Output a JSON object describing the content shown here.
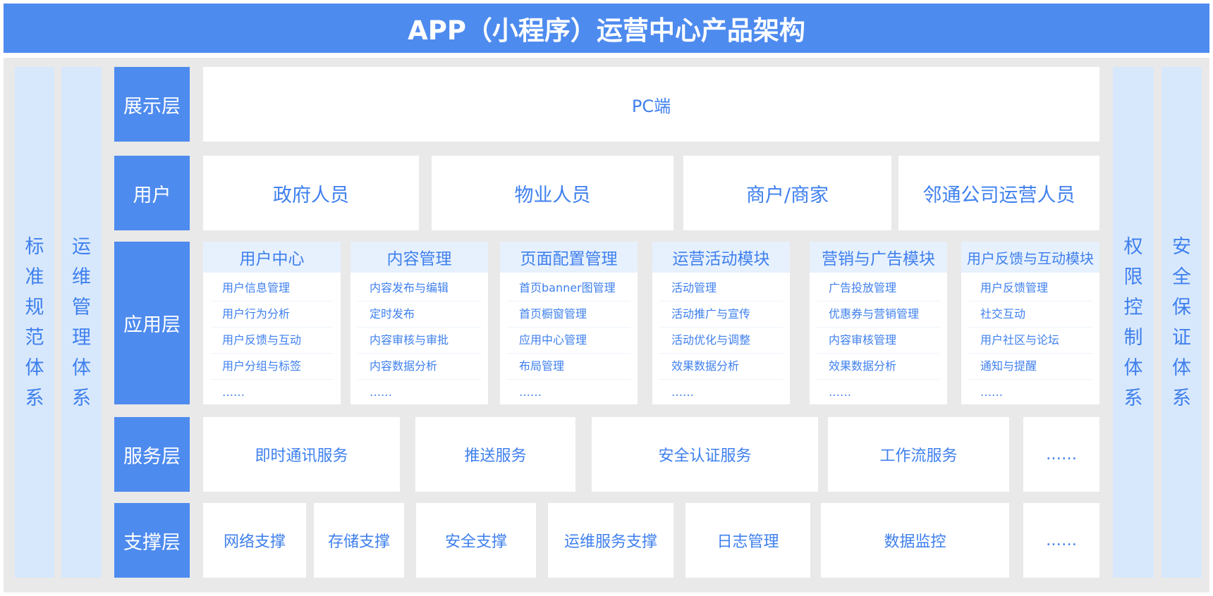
{
  "title": "APP（小程序）运营中心产品架构",
  "side": {
    "left1": "标准规范体系",
    "left2": "运维管理体系",
    "right1": "权限控制体系",
    "right2": "安全保证体系"
  },
  "layers": {
    "display": "展示层",
    "user": "用户",
    "app": "应用层",
    "service": "服务层",
    "support": "支撑层"
  },
  "display": {
    "pc": "PC端"
  },
  "users": [
    "政府人员",
    "物业人员",
    "商户/商家",
    "邻通公司运营人员"
  ],
  "modules": [
    {
      "title": "用户中心",
      "items": [
        "用户信息管理",
        "用户行为分析",
        "用户反馈与互动",
        "用户分组与标签",
        "……"
      ]
    },
    {
      "title": "内容管理",
      "items": [
        "内容发布与编辑",
        "定时发布",
        "内容审核与审批",
        "内容数据分析",
        "……"
      ]
    },
    {
      "title": "页面配置管理",
      "items": [
        "首页banner图管理",
        "首页橱窗管理",
        "应用中心管理",
        "布局管理",
        "……"
      ]
    },
    {
      "title": "运营活动模块",
      "items": [
        "活动管理",
        "活动推广与宣传",
        "活动优化与调整",
        "效果数据分析",
        "……"
      ]
    },
    {
      "title": "营销与广告模块",
      "items": [
        "广告投放管理",
        "优惠券与营销管理",
        "内容审核管理",
        "效果数据分析",
        "……"
      ]
    },
    {
      "title": "用户反馈与互动模块",
      "items": [
        "用户反馈管理",
        "社交互动",
        "用户社区与论坛",
        "通知与提醒",
        "……"
      ]
    }
  ],
  "services": [
    "即时通讯服务",
    "推送服务",
    "安全认证服务",
    "工作流服务",
    "……"
  ],
  "supports": [
    "网络支撑",
    "存储支撑",
    "安全支撑",
    "运维服务支撑",
    "日志管理",
    "数据监控",
    "……"
  ]
}
